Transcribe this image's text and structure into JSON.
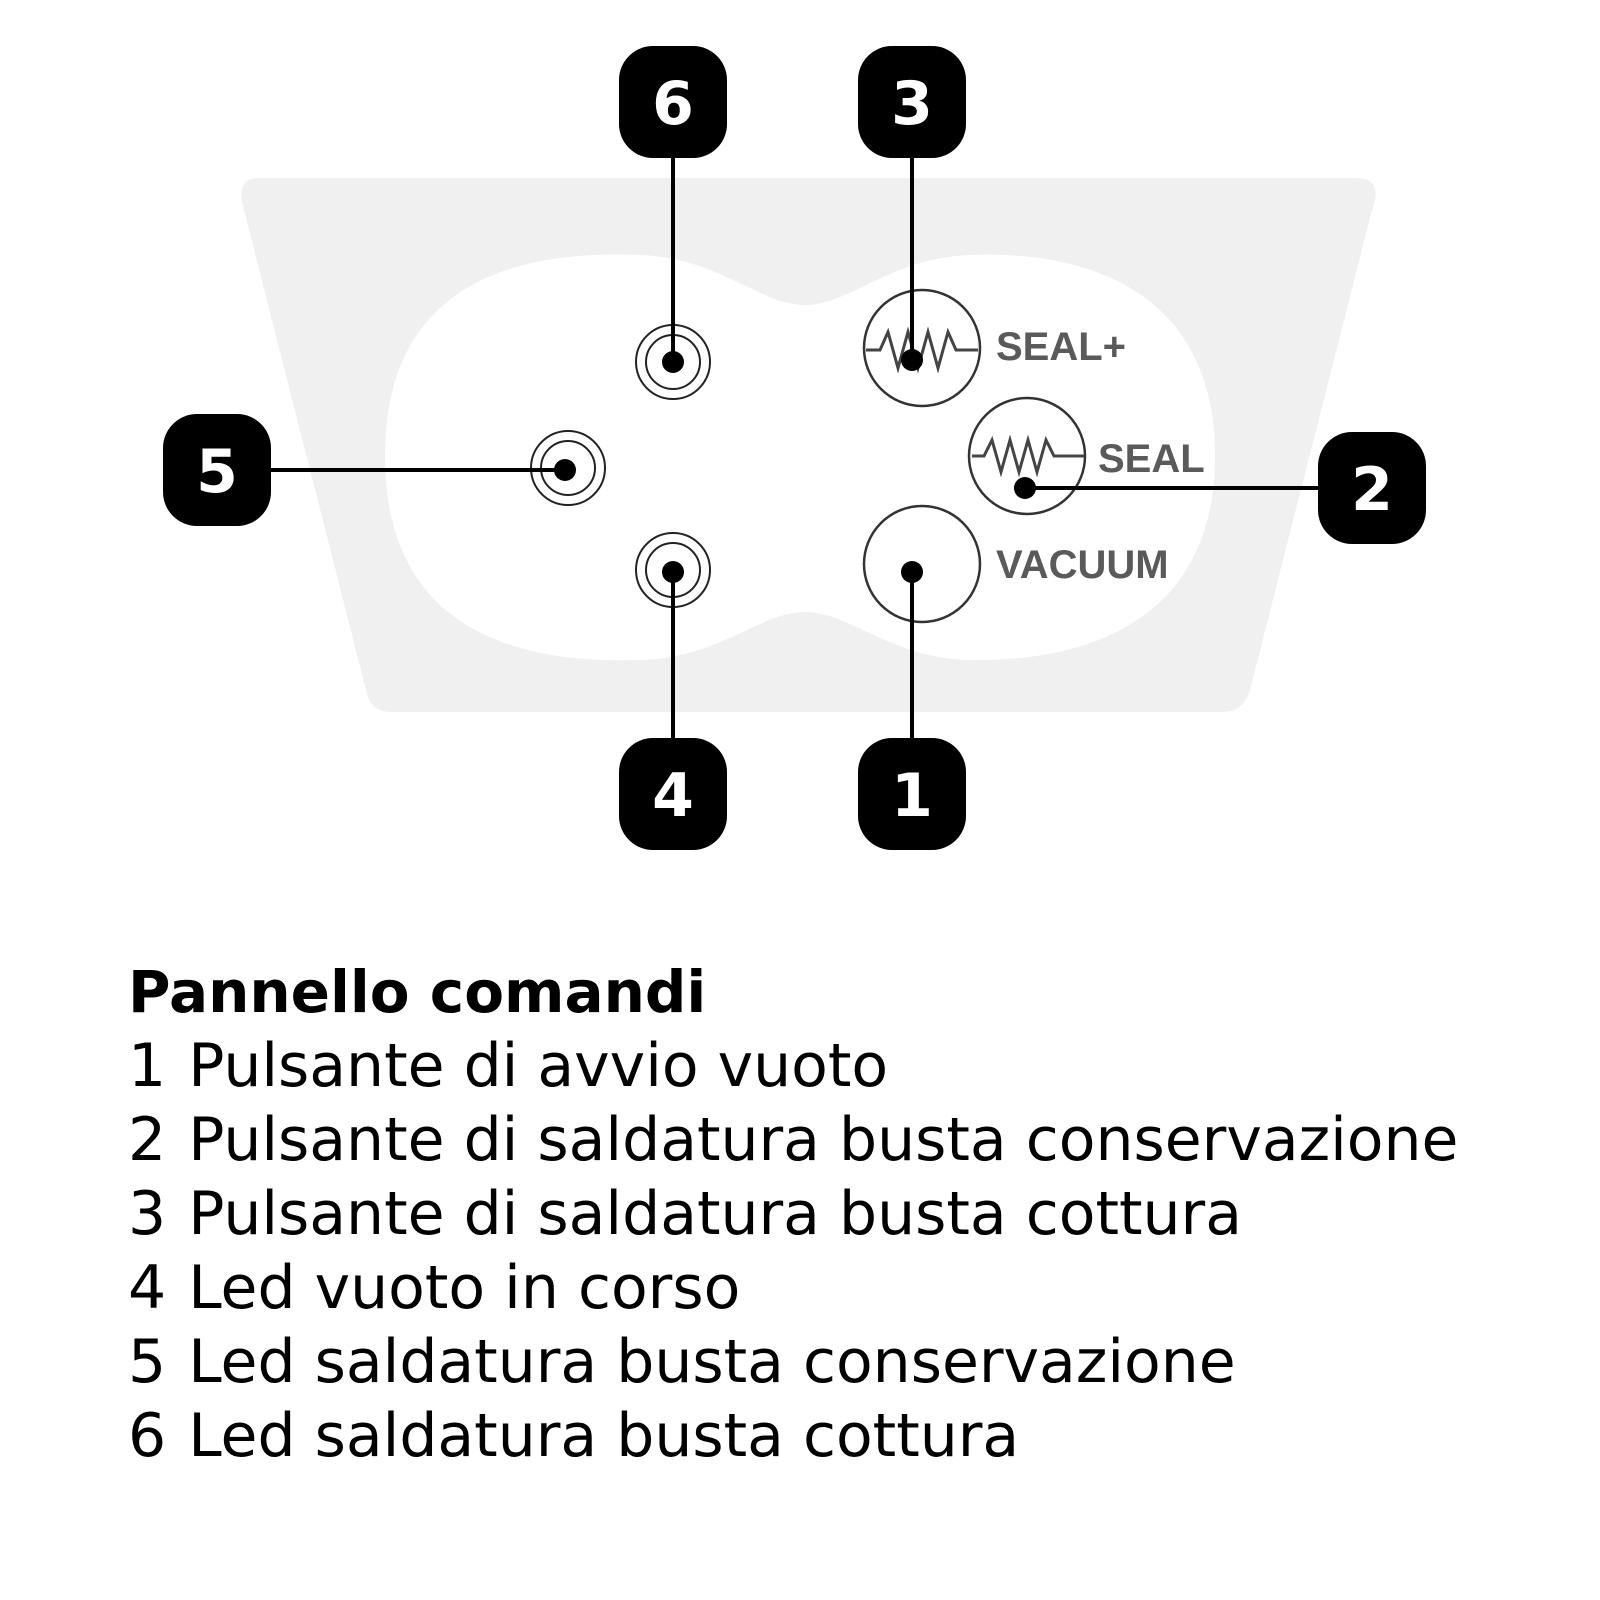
{
  "panel": {
    "labels": {
      "seal_plus": "SEAL+",
      "seal": "SEAL",
      "vacuum": "VACUUM"
    }
  },
  "callouts": [
    "1",
    "2",
    "3",
    "4",
    "5",
    "6"
  ],
  "legend": {
    "title": "Pannello comandi",
    "items": [
      {
        "num": "1",
        "text": "Pulsante di avvio vuoto"
      },
      {
        "num": "2",
        "text": "Pulsante di saldatura busta conservazione"
      },
      {
        "num": "3",
        "text": "Pulsante di saldatura busta cottura"
      },
      {
        "num": "4",
        "text": "Led vuoto in corso"
      },
      {
        "num": "5",
        "text": "Led saldatura busta conservazione"
      },
      {
        "num": "6",
        "text": "Led saldatura busta cottura"
      }
    ]
  },
  "colors": {
    "panel_bg": "#f0f0f0",
    "panel_inner": "#ffffff",
    "callout_bg": "#000000",
    "label_text": "#5a5a5a"
  }
}
